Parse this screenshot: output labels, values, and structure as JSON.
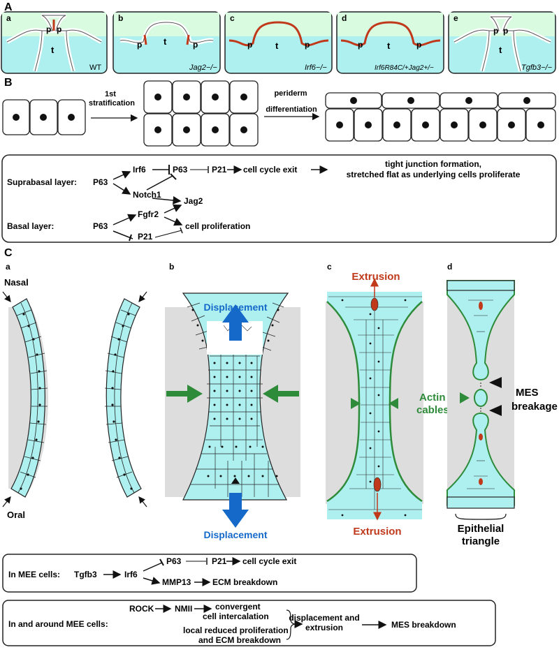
{
  "sectionA": {
    "label": "A",
    "panels": [
      {
        "letter": "a",
        "p_left": "p",
        "p_right": "p",
        "t": "t",
        "genotype": "WT"
      },
      {
        "letter": "b",
        "p_left": "p",
        "p_right": "p",
        "t": "t",
        "genotype": "Jag2−/−"
      },
      {
        "letter": "c",
        "p_left": "p",
        "p_right": "p",
        "t": "t",
        "genotype": "Irf6−/−"
      },
      {
        "letter": "d",
        "p_left": "p",
        "p_right": "p",
        "t": "t",
        "genotype": "Irf6R84C/+Jag2+/−"
      },
      {
        "letter": "e",
        "p_left": "p",
        "p_right": "p",
        "t": "t",
        "genotype": "Tgfb3−/−"
      }
    ]
  },
  "sectionB": {
    "label": "B",
    "step1": "1st",
    "step1b": "stratification",
    "step2": "periderm",
    "step2b": "differentiation",
    "pathway": {
      "suprabasal_label": "Suprabasal layer:",
      "basal_label": "Basal layer:",
      "p63_top": "P63",
      "irf6": "Irf6",
      "p63_mid": "P63",
      "p21_top": "P21",
      "cycle_exit": "cell cycle exit",
      "tj_line1": "tight junction formation,",
      "tj_line2": "stretched flat as underlying cells proliferate",
      "notch1": "Notch1",
      "jag2": "Jag2",
      "fgfr2": "Fgfr2",
      "p63_bottom": "P63",
      "p21_bottom": "P21",
      "proliferation": "cell proliferation"
    }
  },
  "sectionC": {
    "label": "C",
    "panel_a": {
      "letter": "a",
      "nasal": "Nasal",
      "oral": "Oral"
    },
    "panel_b": {
      "letter": "b",
      "top": "Displacement",
      "bottom": "Displacement"
    },
    "panel_c": {
      "letter": "c",
      "top": "Extrusion",
      "bottom": "Extrusion",
      "actin1": "Actin",
      "actin2": "cables"
    },
    "panel_d": {
      "letter": "d",
      "mes1": "MES",
      "mes2": "breakage",
      "tri1": "Epithelial",
      "tri2": "triangle"
    }
  },
  "box1": {
    "lead": "In MEE cells:",
    "tgfb3": "Tgfb3",
    "irf6": "Irf6",
    "p63": "P63",
    "p21": "P21",
    "exit": "cell cycle exit",
    "mmp13": "MMP13",
    "ecm": "ECM breakdown"
  },
  "box2": {
    "lead": "In and around MEE cells:",
    "rock": "ROCK",
    "nmii": "NMII",
    "conv1": "convergent",
    "conv2": "cell intercalation",
    "local1": "local reduced proliferation",
    "local2": "and ECM breakdown",
    "disp1": "displacement and",
    "disp2": "extrusion",
    "mes": "MES breakdown"
  },
  "colors": {
    "cell": "#aef0f0",
    "mesenchyme": "#d9fbe0",
    "red": "#c0391b",
    "green": "#2e8b3a",
    "blue": "#1469c9",
    "grey": "#dddddd"
  }
}
